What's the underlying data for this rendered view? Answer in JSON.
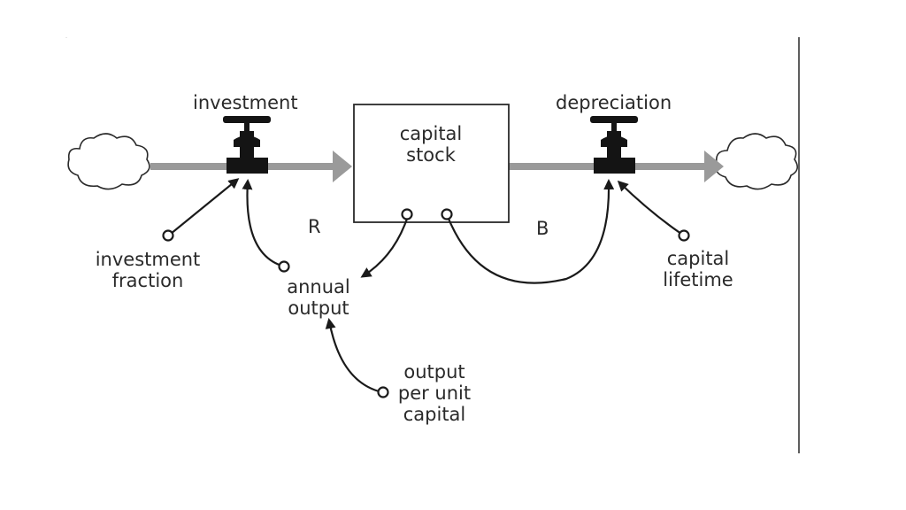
{
  "diagram": {
    "flows": {
      "investment": {
        "label": "investment",
        "icon": "valve-icon"
      },
      "depreciation": {
        "label": "depreciation",
        "icon": "valve-icon"
      }
    },
    "stock": {
      "line1": "capital",
      "line2": "stock"
    },
    "variables": {
      "investment_fraction": {
        "line1": "investment",
        "line2": "fraction"
      },
      "annual_output": {
        "line1": "annual",
        "line2": "output"
      },
      "output_per_unit_capital": {
        "line1": "output",
        "line2": "per unit",
        "line3": "capital"
      },
      "capital_lifetime": {
        "line1": "capital",
        "line2": "lifetime"
      }
    },
    "loops": {
      "reinforcing": "R",
      "balancing": "B"
    },
    "icons": [
      "cloud-icon",
      "valve-icon",
      "arrow-icon"
    ]
  }
}
